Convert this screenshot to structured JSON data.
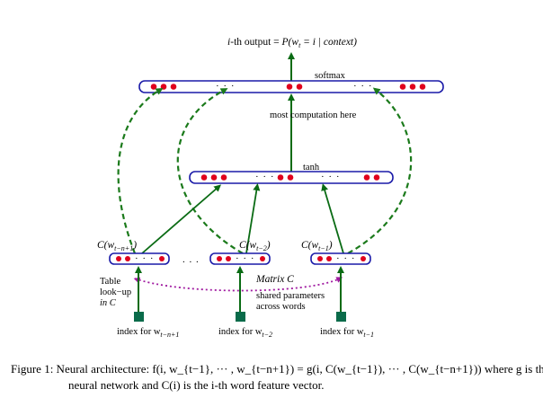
{
  "diagram": {
    "output_label_prefix": "i",
    "output_label_text": "-th output = ",
    "output_label_formula": "P(w",
    "output_label_sub": "t",
    "output_label_rest": " = i | context)",
    "softmax_label": "softmax",
    "most_computation_label": "most computation here",
    "tanh_label": "tanh",
    "matrix_label": "Matrix  C",
    "shared_params_line1": "shared parameters",
    "shared_params_line2": "across words",
    "table_lookup_line1": "Table",
    "table_lookup_line2": "look−up",
    "table_lookup_line3": "in C",
    "ellipsis": "· · ·",
    "between_ellipsis": ". . .",
    "input_nodes": [
      {
        "c_label": "C(w",
        "c_sub": "t−n+1",
        "c_close": ")",
        "index_label": "index for w",
        "index_sub": "t−n+1"
      },
      {
        "c_label": "C(w",
        "c_sub": "t−2",
        "c_close": ")",
        "index_label": "index for w",
        "index_sub": "t−2"
      },
      {
        "c_label": "C(w",
        "c_sub": "t−1",
        "c_close": ")",
        "index_label": "index for w",
        "index_sub": "t−1"
      }
    ],
    "colors": {
      "box_stroke": "#1a1aa8",
      "node_fill": "#e0001c",
      "arrow_green": "#0a6b14",
      "dashed_green": "#1b7a1b",
      "dotted_magenta": "#a01aa0",
      "index_square": "#0a6b4a"
    }
  },
  "caption": {
    "prefix": "Figure 1:  Neural architecture: ",
    "line1_formula": "f(i, w_{t−1}, ··· , w_{t−n+1}) = g(i, C(w_{t−1}), ··· , C(w_{t−n+1}))",
    "line1_suffix": " where g is the",
    "line2": "neural network and C(i) is the i-th word feature vector."
  }
}
